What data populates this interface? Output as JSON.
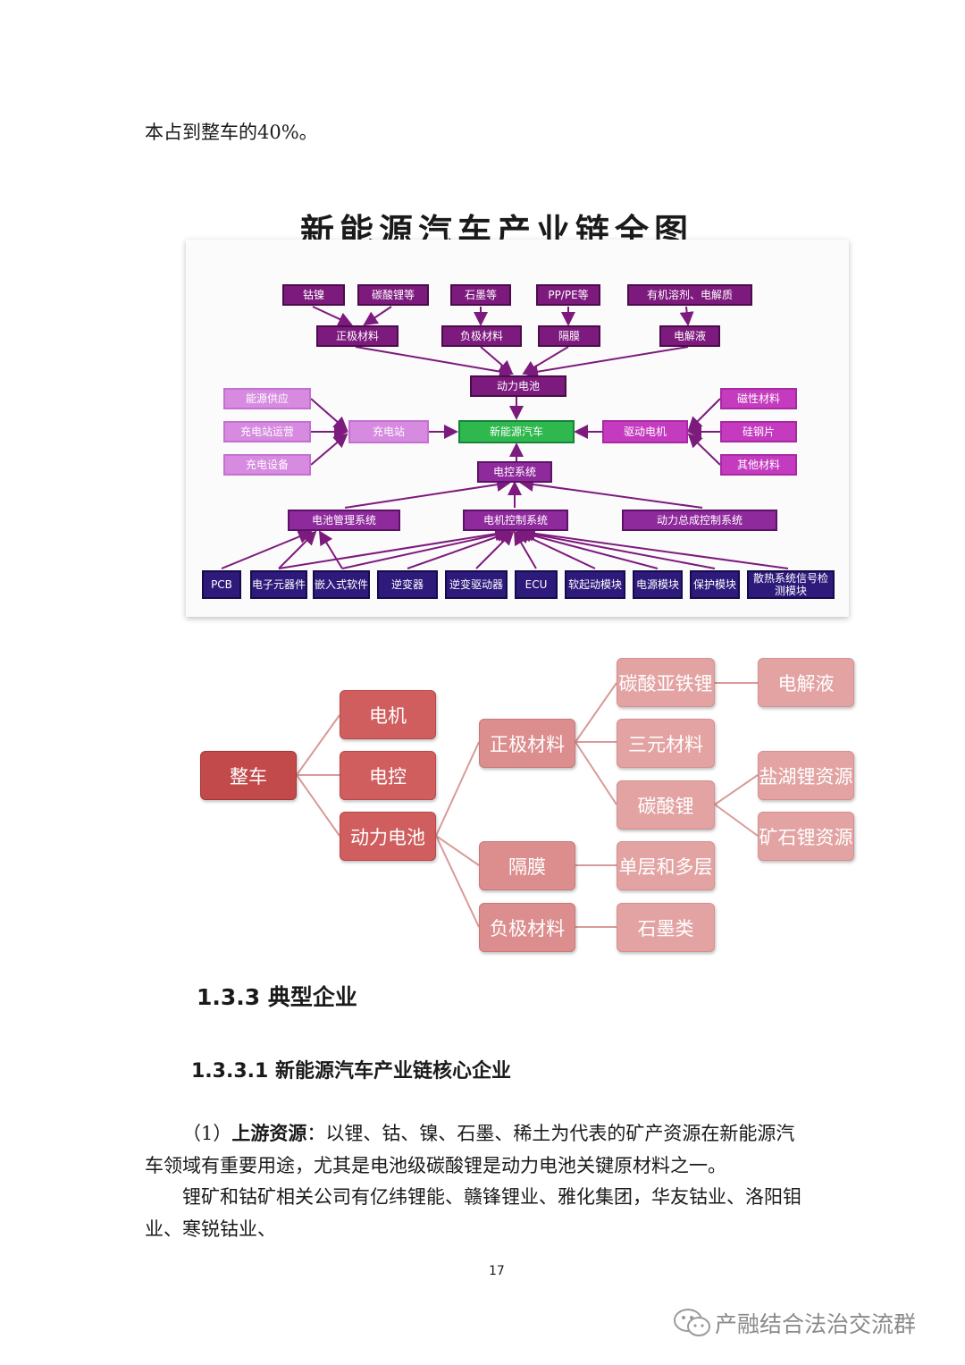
{
  "intro_line": "本占到整车的40%。",
  "chain_diagram": {
    "title": "新能源汽车产业链全图",
    "raw_materials": [
      "钴镍",
      "碳酸锂等",
      "石墨等",
      "PP/PE等",
      "有机溶剂、电解质"
    ],
    "battery_materials": [
      "正极材料",
      "负极材料",
      "隔膜",
      "电解液"
    ],
    "power_battery": "动力电池",
    "charging_left": [
      "能源供应",
      "充电站运营",
      "充电设备"
    ],
    "charging_station": "充电站",
    "center": "新能源汽车",
    "drive_motor": "驱动电机",
    "motor_materials": [
      "磁性材料",
      "硅钢片",
      "其他材料"
    ],
    "electric_control": "电控系统",
    "control_systems": [
      "电池管理系统",
      "电机控制系统",
      "动力总成控制系统"
    ],
    "components": [
      "PCB",
      "电子元器件",
      "嵌入式软件",
      "逆变器",
      "逆变驱动器",
      "ECU",
      "软起动模块",
      "电源模块",
      "保护模块",
      "散热系统信号检测模块"
    ]
  },
  "tree_diagram": {
    "root": "整车",
    "level1": [
      "电机",
      "电控",
      "动力电池"
    ],
    "level2": [
      "正极材料",
      "隔膜",
      "负极材料"
    ],
    "level3": [
      "碳酸亚铁锂",
      "三元材料",
      "碳酸锂",
      "单层和多层",
      "石墨类"
    ],
    "level4": [
      "电解液",
      "盐湖锂资源",
      "矿石锂资源"
    ]
  },
  "section": {
    "heading": "1.3.3 典型企业",
    "subheading": "1.3.3.1 新能源汽车产业链核心企业",
    "para1_prefix": "（1）",
    "para1_bold": "上游资源",
    "para1_rest_line1": "：以锂、钴、镍、石墨、稀土为代表的矿产资源在新能源汽",
    "para1_line2": "车领域有重要用途，尤其是电池级碳酸锂是动力电池关键原材料之一。",
    "para2_line1": "锂矿和钴矿相关公司有亿纬锂能、赣锋锂业、雅化集团，华友钴业、洛阳钼",
    "para2_line2": "业、寒锐钴业、"
  },
  "page_number": "17",
  "watermark": "产融结合法治交流群"
}
